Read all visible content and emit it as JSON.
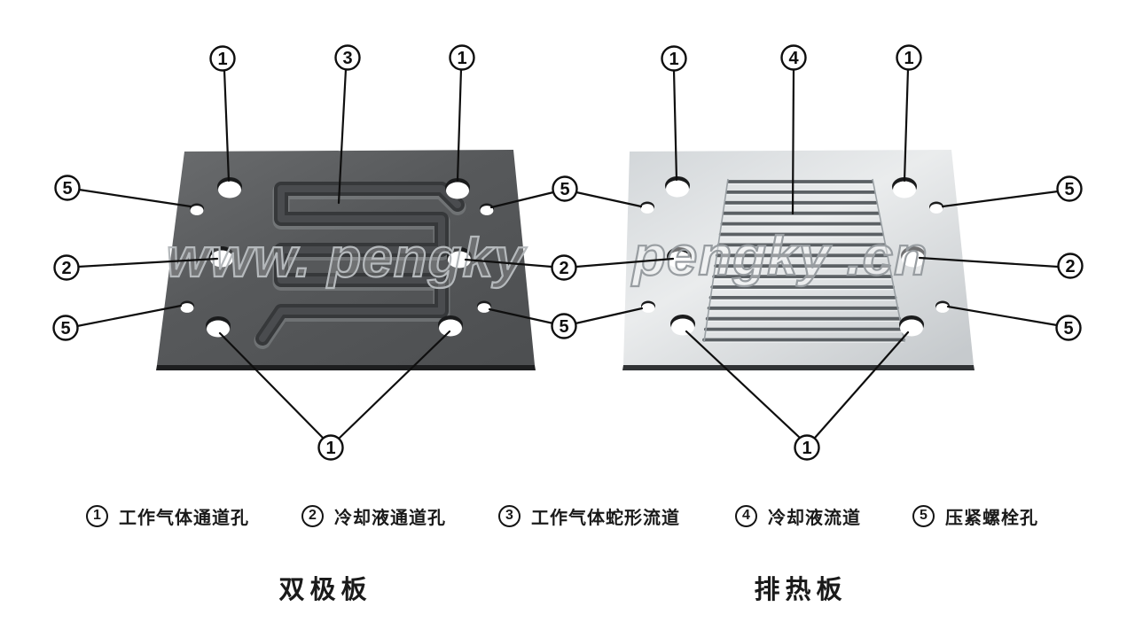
{
  "figure": {
    "watermark_left": "www. pengky",
    "watermark_right": "pengky .cn"
  },
  "plates": {
    "left": {
      "title": "双极板"
    },
    "right": {
      "title": "排热板"
    }
  },
  "legend": {
    "items": [
      {
        "num": "1",
        "label": "工作气体通道孔"
      },
      {
        "num": "2",
        "label": "冷却液通道孔"
      },
      {
        "num": "3",
        "label": "工作气体蛇形流道"
      },
      {
        "num": "4",
        "label": "冷却液流道"
      },
      {
        "num": "5",
        "label": "压紧螺栓孔"
      }
    ]
  },
  "callouts": [
    {
      "num": "1"
    },
    {
      "num": "3"
    },
    {
      "num": "1"
    },
    {
      "num": "5"
    },
    {
      "num": "2"
    },
    {
      "num": "5"
    },
    {
      "num": "1"
    },
    {
      "num": "5"
    },
    {
      "num": "2"
    },
    {
      "num": "5"
    },
    {
      "num": "1"
    },
    {
      "num": "4"
    },
    {
      "num": "1"
    },
    {
      "num": "5"
    },
    {
      "num": "2"
    },
    {
      "num": "5"
    },
    {
      "num": "1"
    }
  ],
  "colors": {
    "left_plate": "#57595b",
    "right_plate": "#d6dadd",
    "groove_dark": "#36383a",
    "line": "#0f0f0f",
    "background": "#ffffff"
  }
}
